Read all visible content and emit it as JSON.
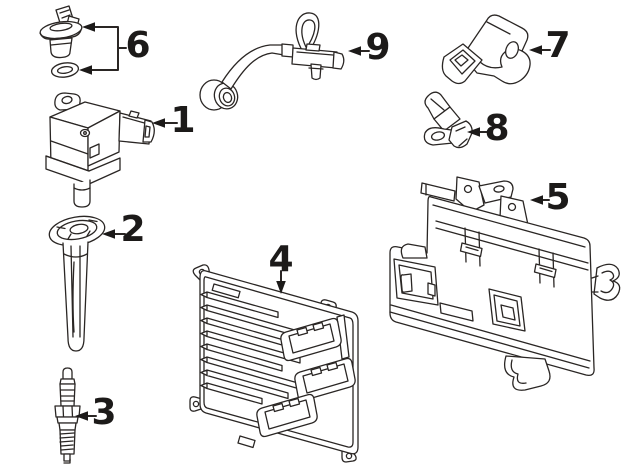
{
  "figure": {
    "type": "automotive-parts-line-diagram",
    "background_color": "#ffffff",
    "line_color": "#2a2624",
    "label_color": "#1c1a19",
    "callouts": [
      {
        "label": "1",
        "part": "ignition-coil"
      },
      {
        "label": "2",
        "part": "coil-boot-insulator"
      },
      {
        "label": "3",
        "part": "spark-plug"
      },
      {
        "label": "4",
        "part": "engine-control-module"
      },
      {
        "label": "5",
        "part": "module-mounting-bracket"
      },
      {
        "label": "6",
        "part": "camshaft-position-sensor-with-seal"
      },
      {
        "label": "7",
        "part": "manifold-pressure-sensor"
      },
      {
        "label": "8",
        "part": "crankshaft-position-sensor"
      },
      {
        "label": "9",
        "part": "knock-sensor-with-harness"
      }
    ]
  }
}
